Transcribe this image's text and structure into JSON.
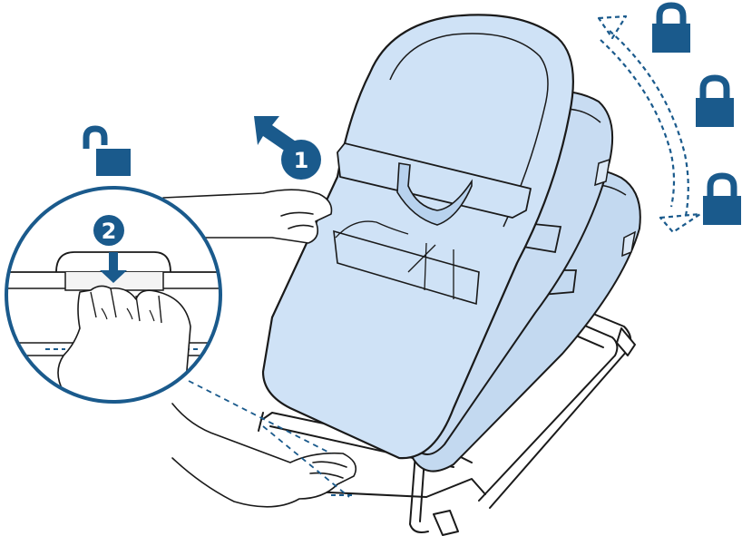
{
  "colors": {
    "accent": "#1a5a8c",
    "seat_fill": "#cfe2f6",
    "seat_fill_back": "#c3d9f0",
    "line": "#1a1a1a",
    "background": "#ffffff"
  },
  "steps": [
    {
      "number": "1"
    },
    {
      "number": "2"
    }
  ],
  "icons": {
    "lock_states": [
      "unlocked",
      "locked",
      "locked",
      "locked"
    ],
    "arrows": [
      "up-left-arrow",
      "down-arrow",
      "curved-double-arrow"
    ]
  }
}
